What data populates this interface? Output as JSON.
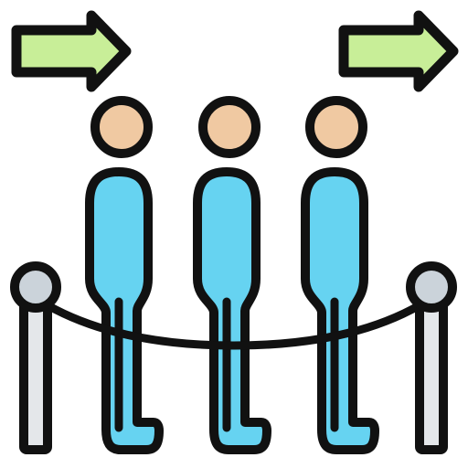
{
  "icon": {
    "name": "queue-icon",
    "people_count": 3,
    "arrow_count": 2,
    "post_count": 2
  },
  "colors": {
    "outline": "#111111",
    "arrow_fill": "#C8EE98",
    "head_fill": "#F0C9A2",
    "body_fill": "#66D3F1",
    "post_fill": "#E4E7EA",
    "post_knob_fill": "#CBD3DA",
    "background": "#ffffff"
  }
}
